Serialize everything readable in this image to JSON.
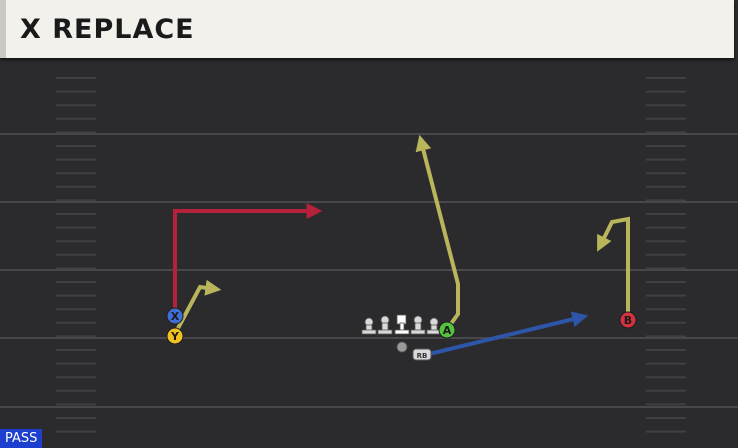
{
  "play": {
    "title": "X REPLACE",
    "type_badge": "PASS"
  },
  "players": {
    "x": {
      "label": "X",
      "color": "#3f6fd6"
    },
    "y": {
      "label": "Y",
      "color": "#f1c11f"
    },
    "a": {
      "label": "A",
      "color": "#55c23f"
    },
    "b": {
      "label": "B",
      "color": "#d5323f"
    },
    "rb": {
      "label": "RB",
      "color": "#d9d9d9"
    }
  },
  "route_colors": {
    "post_corner": "#b5203a",
    "yellow_routes": "#b9b55a",
    "rb_route": "#2d55a8"
  }
}
